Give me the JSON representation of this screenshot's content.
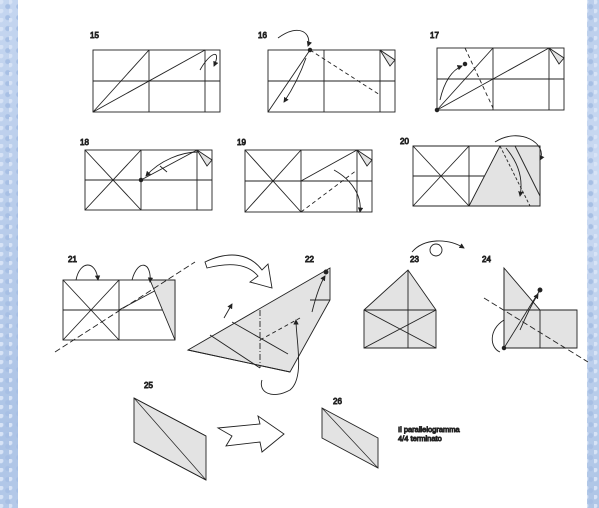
{
  "colors": {
    "background": "#b9cdea",
    "paper": "#ffffff",
    "shade": "#e3e3e3",
    "line": "#222222"
  },
  "steps": [
    "15",
    "16",
    "17",
    "18",
    "19",
    "20",
    "21",
    "22",
    "23",
    "24",
    "25",
    "26"
  ],
  "caption": {
    "line1": "Il parallelogramma",
    "line2": "4/4 terminato"
  }
}
